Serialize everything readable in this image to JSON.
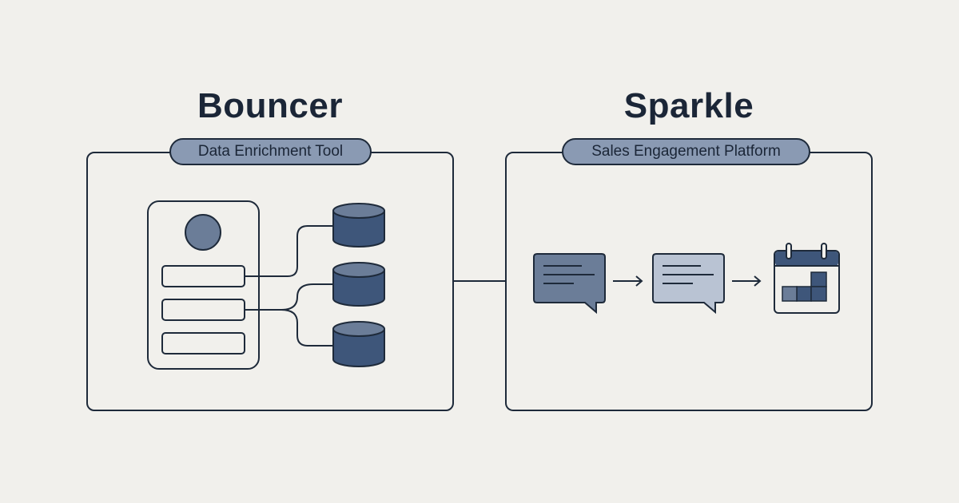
{
  "left_section": {
    "title": "Bouncer",
    "subtitle": "Data Enrichment Tool"
  },
  "right_section": {
    "title": "Sparkle",
    "subtitle": "Sales Engagement Platform"
  },
  "colors": {
    "background": "#f1f0ec",
    "stroke": "#1e2a3a",
    "fill_dark": "#3e567a",
    "fill_mid": "#6b7d98",
    "fill_light": "#b9c3d3",
    "pill_fill": "#8a9ab3"
  },
  "icons": [
    "contact-card-icon",
    "database-icon",
    "chat-bubble-icon",
    "arrow-right-icon",
    "calendar-icon"
  ]
}
